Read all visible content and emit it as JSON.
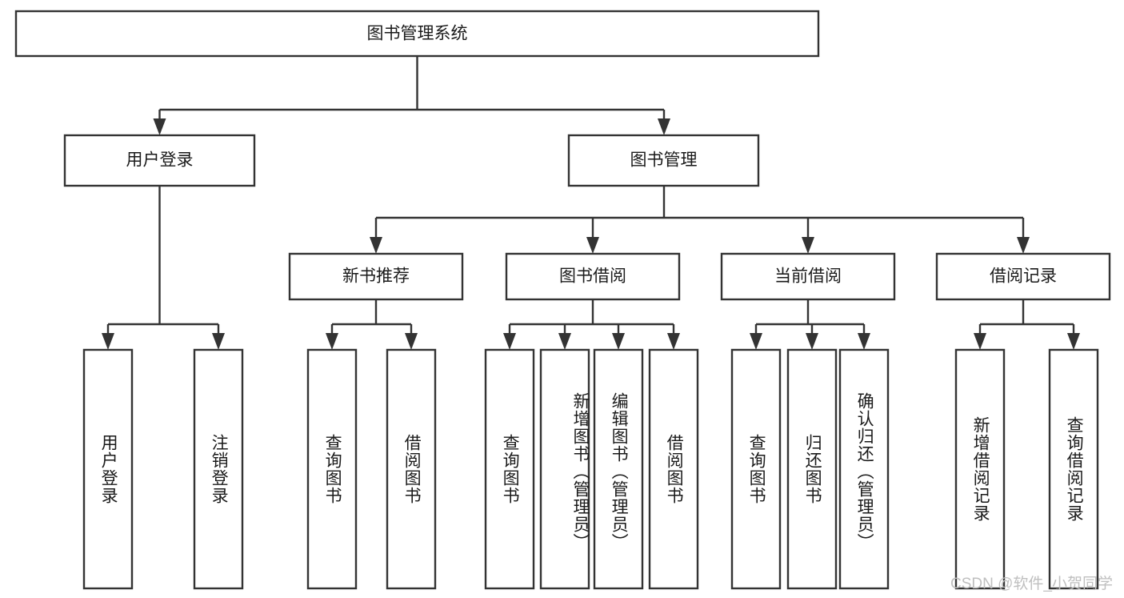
{
  "diagram": {
    "title": "图书管理系统",
    "type": "tree-hierarchy",
    "watermark": "CSDN @软件_小贺同学",
    "colors": {
      "stroke": "#333333",
      "fill": "#ffffff",
      "text": "#1a1a1a",
      "watermark": "#bfbfbf"
    },
    "levels": {
      "root": {
        "label": "图书管理系统"
      },
      "level2": [
        {
          "label": "用户登录"
        },
        {
          "label": "图书管理"
        }
      ],
      "level3": [
        {
          "label": "新书推荐"
        },
        {
          "label": "图书借阅"
        },
        {
          "label": "当前借阅"
        },
        {
          "label": "借阅记录"
        }
      ],
      "leaves": {
        "user_login": [
          {
            "label": "用户登录"
          },
          {
            "label": "注销登录"
          }
        ],
        "new_book_recommend": [
          {
            "label": "查询图书"
          },
          {
            "label": "借阅图书"
          }
        ],
        "book_borrow": [
          {
            "label": "查询图书"
          },
          {
            "label": "新增图书（管理员）"
          },
          {
            "label": "编辑图书（管理员）"
          },
          {
            "label": "借阅图书"
          }
        ],
        "current_borrow": [
          {
            "label": "查询图书"
          },
          {
            "label": "归还图书"
          },
          {
            "label": "确认归还（管理员）"
          }
        ],
        "borrow_record": [
          {
            "label": "新增借阅记录"
          },
          {
            "label": "查询借阅记录"
          }
        ]
      }
    }
  }
}
